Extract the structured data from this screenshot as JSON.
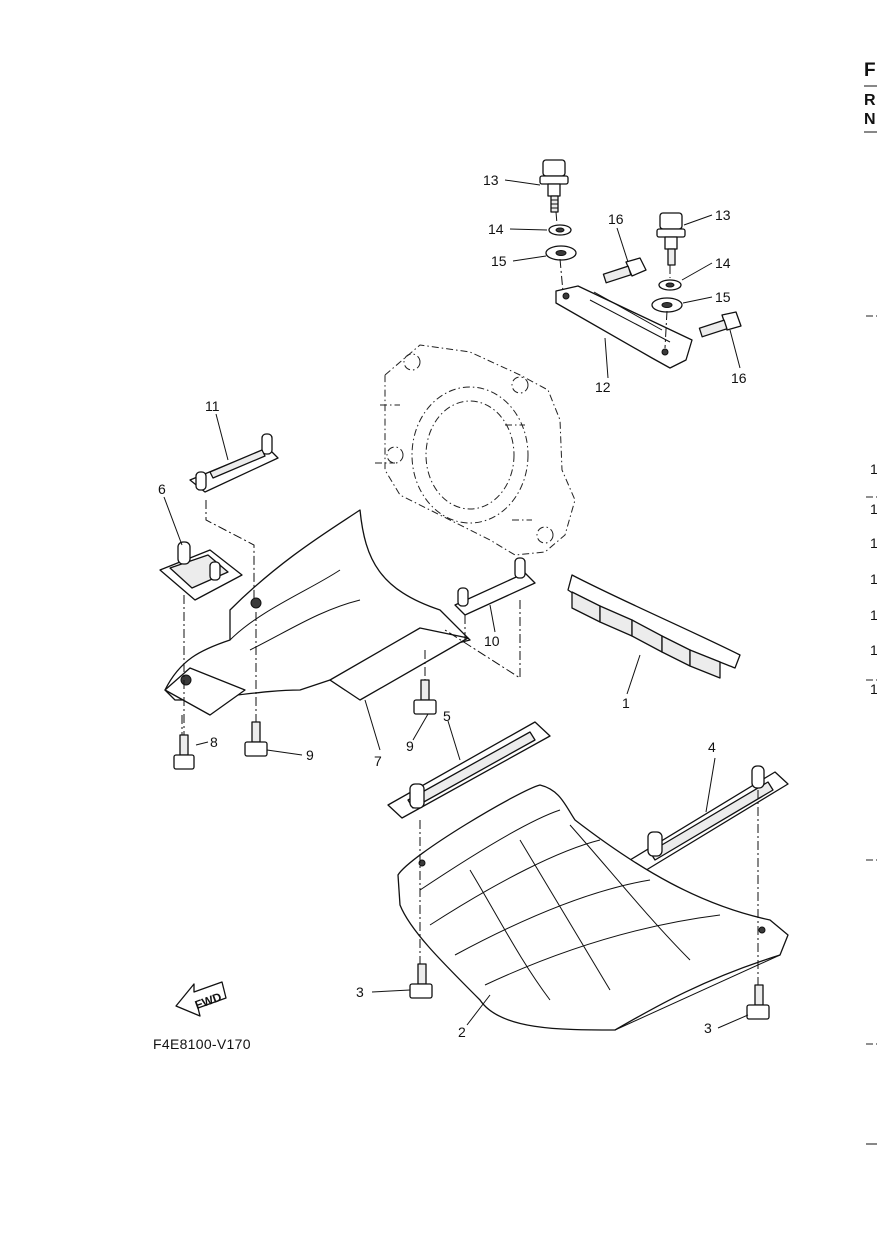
{
  "drawing_code": "F4E8100-V170",
  "fwd_label": "FWD",
  "side_header": {
    "top": "F",
    "mid1": "R",
    "mid2": "N"
  },
  "side_numbers": [
    "1",
    "1",
    "1",
    "1",
    "1",
    "1",
    "1"
  ],
  "callouts": {
    "c1": "1",
    "c2": "2",
    "c3a": "3",
    "c3b": "3",
    "c4": "4",
    "c5": "5",
    "c6": "6",
    "c7": "7",
    "c8": "8",
    "c9a": "9",
    "c9b": "9",
    "c10": "10",
    "c11": "11",
    "c12": "12",
    "c13a": "13",
    "c13b": "13",
    "c14a": "14",
    "c14b": "14",
    "c15a": "15",
    "c15b": "15",
    "c16a": "16",
    "c16b": "16"
  }
}
